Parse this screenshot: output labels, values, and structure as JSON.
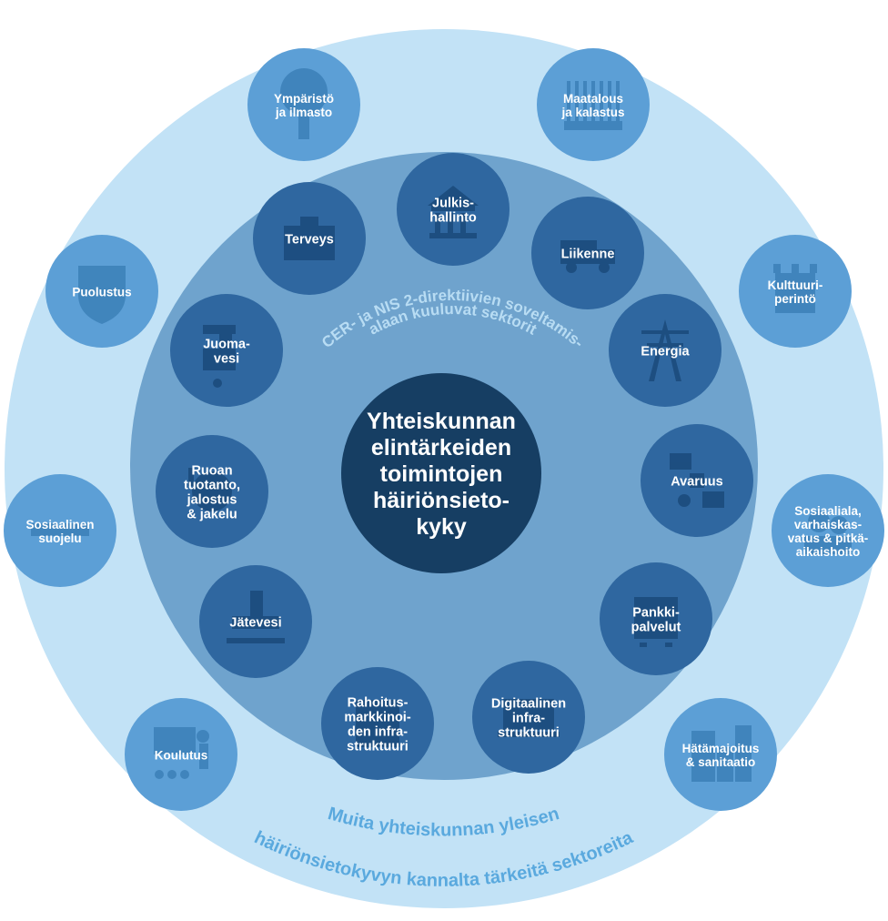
{
  "colors": {
    "outer_ring": "#c2e2f6",
    "middle_ring": "#6fa3cd",
    "inner_node": "#2f67a0",
    "outer_node": "#5c9fd6",
    "center": "#163e63",
    "arc_inner_text": "#b8dcf3",
    "arc_outer_text": "#5aa9de"
  },
  "center": {
    "lines": [
      "Yhteiskunnan",
      "elintärkeiden",
      "toimintojen",
      "häiriönsieto-",
      "kyky"
    ]
  },
  "inner_arc": {
    "line1": "CER- ja NIS 2-direktiivien soveltamis-",
    "line2": "alaan kuuluvat sektorit"
  },
  "outer_arc": {
    "line1": "Muita yhteiskunnan yleisen",
    "line2": "häiriönsietokyvyn kannalta tärkeitä sektoreita"
  },
  "inner_sectors": [
    {
      "id": "julkishallinto",
      "icon": "government-building-icon",
      "lines": [
        "Julkis-",
        "hallinto"
      ]
    },
    {
      "id": "liikenne",
      "icon": "truck-icon",
      "lines": [
        "Liikenne"
      ]
    },
    {
      "id": "energia",
      "icon": "power-pylon-icon",
      "lines": [
        "Energia"
      ]
    },
    {
      "id": "avaruus",
      "icon": "satellite-icon",
      "lines": [
        "Avaruus"
      ]
    },
    {
      "id": "pankkipalvelut",
      "icon": "safe-icon",
      "lines": [
        "Pankki-",
        "palvelut"
      ]
    },
    {
      "id": "digitaalinen-infrastruktuuri",
      "icon": "laptop-icon",
      "lines": [
        "Digitaalinen",
        "infra-",
        "struktuuri"
      ]
    },
    {
      "id": "rahoitusmarkkinoiden-infrastruktuuri",
      "icon": "coins-icon",
      "lines": [
        "Rahoitus-",
        "markkinoi-",
        "den infra-",
        "struktuuri"
      ]
    },
    {
      "id": "jatevesi",
      "icon": "wastewater-pipe-icon",
      "lines": [
        "Jätevesi"
      ]
    },
    {
      "id": "ruoan-tuotanto",
      "icon": "food-icon",
      "lines": [
        "Ruoan",
        "tuotanto,",
        "jalostus",
        "& jakelu"
      ]
    },
    {
      "id": "juomavesi",
      "icon": "water-tap-icon",
      "lines": [
        "Juoma-",
        "vesi"
      ]
    },
    {
      "id": "terveys",
      "icon": "medical-bag-icon",
      "lines": [
        "Terveys"
      ]
    }
  ],
  "outer_sectors": [
    {
      "id": "ymparisto",
      "icon": "tree-icon",
      "lines": [
        "Ympäristö",
        "ja ilmasto"
      ]
    },
    {
      "id": "maatalous",
      "icon": "wheat-field-icon",
      "lines": [
        "Maatalous",
        "ja kalastus"
      ]
    },
    {
      "id": "kulttuuriperinto",
      "icon": "castle-icon",
      "lines": [
        "Kulttuuri-",
        "perintö"
      ]
    },
    {
      "id": "sosiaaliala",
      "icon": "care-icon",
      "lines": [
        "Sosiaaliala,",
        "varhaiskas-",
        "vatus & pitkä-",
        "aikaishoito"
      ]
    },
    {
      "id": "hatamajoitus",
      "icon": "buildings-icon",
      "lines": [
        "Hätämajoitus",
        "& sanitaatio"
      ]
    },
    {
      "id": "koulutus",
      "icon": "classroom-icon",
      "lines": [
        "Koulutus"
      ]
    },
    {
      "id": "sosiaalinen-suojelu",
      "icon": "handshake-icon",
      "lines": [
        "Sosiaalinen",
        "suojelu"
      ]
    },
    {
      "id": "puolustus",
      "icon": "shield-icon",
      "lines": [
        "Puolustus"
      ]
    }
  ]
}
